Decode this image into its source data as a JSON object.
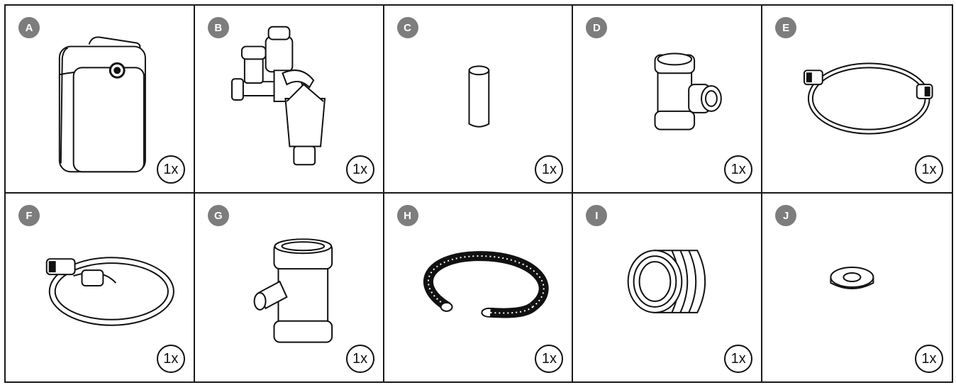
{
  "parts": [
    {
      "letter": "A",
      "quantity": "1x",
      "icon": "water-heater-icon"
    },
    {
      "letter": "B",
      "quantity": "1x",
      "icon": "safety-valve-assembly-icon"
    },
    {
      "letter": "C",
      "quantity": "1x",
      "icon": "pipe-sleeve-icon"
    },
    {
      "letter": "D",
      "quantity": "1x",
      "icon": "tee-fitting-icon"
    },
    {
      "letter": "E",
      "quantity": "1x",
      "icon": "braided-hose-icon"
    },
    {
      "letter": "F",
      "quantity": "1x",
      "icon": "flexible-hose-icon"
    },
    {
      "letter": "G",
      "quantity": "1x",
      "icon": "drain-tee-icon"
    },
    {
      "letter": "H",
      "quantity": "1x",
      "icon": "corrugated-hose-icon"
    },
    {
      "letter": "I",
      "quantity": "1x",
      "icon": "threaded-adapter-icon"
    },
    {
      "letter": "J",
      "quantity": "1x",
      "icon": "washer-icon"
    }
  ],
  "colors": {
    "border": "#1a1a1a",
    "letter_badge": "#7d7d7d"
  }
}
